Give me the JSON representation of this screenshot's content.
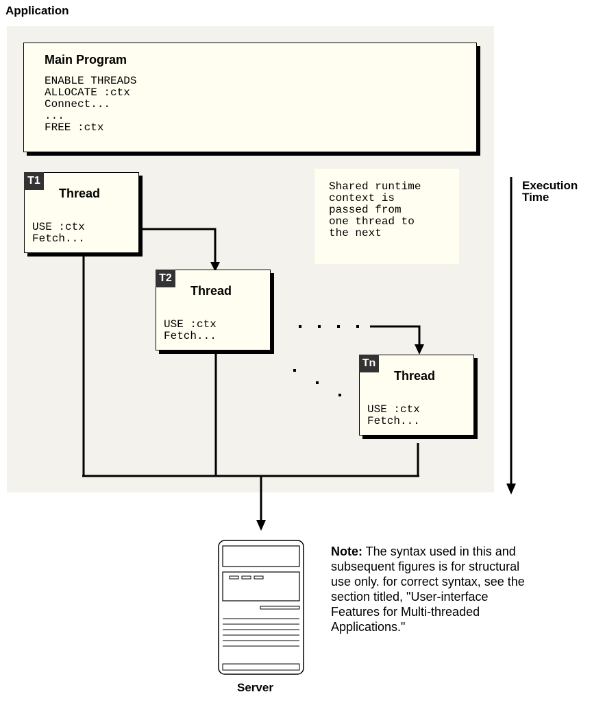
{
  "application_label": "Application",
  "main_program": {
    "title": "Main Program",
    "code": "ENABLE THREADS\nALLOCATE :ctx\nConnect...\n...\nFREE :ctx"
  },
  "threads": [
    {
      "badge": "T1",
      "title": "Thread",
      "code": "USE :ctx\nFetch..."
    },
    {
      "badge": "T2",
      "title": "Thread",
      "code": "USE :ctx\nFetch..."
    },
    {
      "badge": "Tn",
      "title": "Thread",
      "code": "USE :ctx\nFetch..."
    }
  ],
  "shared_note": "Shared runtime\ncontext is\npassed from\none thread to\nthe next",
  "execution_time": {
    "line1": "Execution",
    "line2": "Time"
  },
  "note": {
    "lead": "Note:",
    "text": " The syntax used in this and subsequent figures is for structural use only. for correct syntax, see the section titled, \"User-interface Features for Multi-threaded Applications.\""
  },
  "server_label": "Server",
  "icons": {
    "server": "server-icon"
  }
}
